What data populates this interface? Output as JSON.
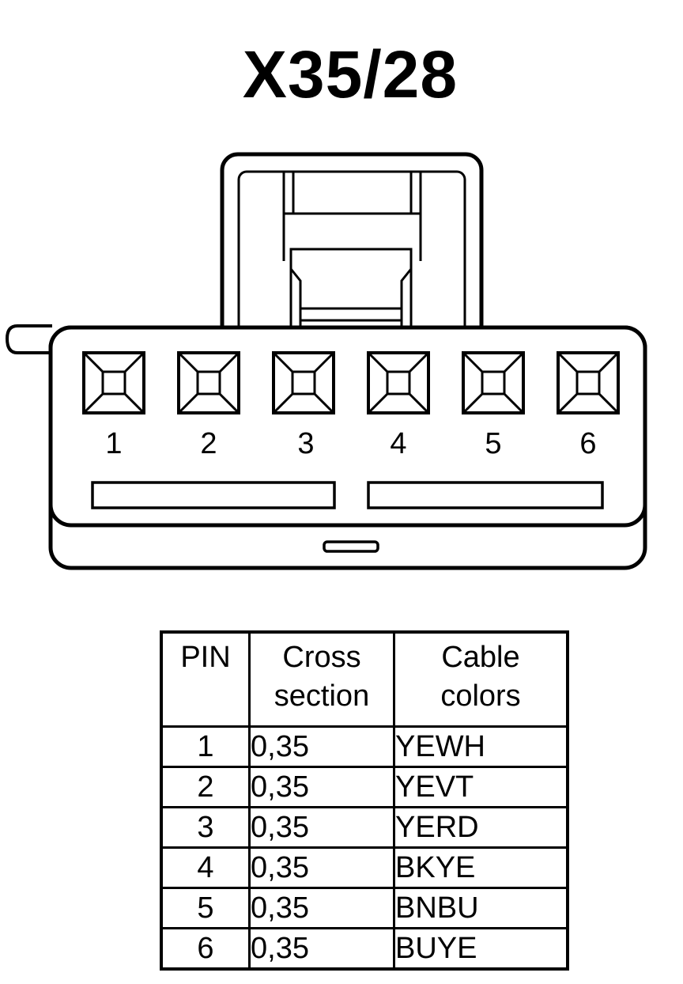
{
  "title": "X35/28",
  "connector": {
    "pin_numbers": [
      "1",
      "2",
      "3",
      "4",
      "5",
      "6"
    ]
  },
  "table": {
    "headers": {
      "pin": [
        "PIN"
      ],
      "cross_section": [
        "Cross",
        "section"
      ],
      "cable_colors": [
        "Cable",
        "colors"
      ]
    },
    "rows": [
      {
        "pin": "1",
        "cross_section": "0,35",
        "color": "YEWH"
      },
      {
        "pin": "2",
        "cross_section": "0,35",
        "color": "YEVT"
      },
      {
        "pin": "3",
        "cross_section": "0,35",
        "color": "YERD"
      },
      {
        "pin": "4",
        "cross_section": "0,35",
        "color": "BKYE"
      },
      {
        "pin": "5",
        "cross_section": "0,35",
        "color": "BNBU"
      },
      {
        "pin": "6",
        "cross_section": "0,35",
        "color": "BUYE"
      }
    ]
  }
}
